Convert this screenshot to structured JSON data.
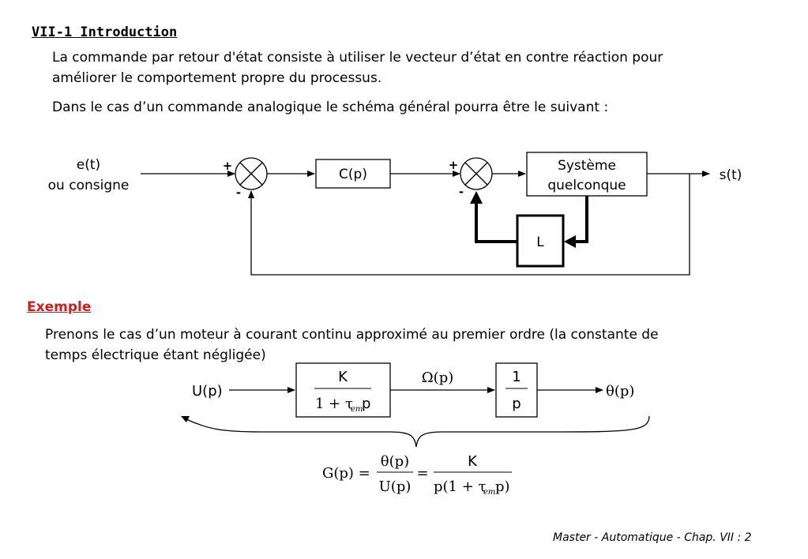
{
  "section": {
    "title": "VII-1 Introduction"
  },
  "intro": {
    "line1": "La commande par retour d'état consiste à utiliser le vecteur d’état en contre réaction pour",
    "line2": "améliorer le comportement propre du processus.",
    "line3": "Dans le cas d’un commande analogique le schéma général pourra être le suivant :"
  },
  "diagram1": {
    "input_label_1": "e(t)",
    "input_label_2": "ou consigne",
    "plus_1": "+",
    "minus_1": "-",
    "controller_label": "C(p)",
    "plus_2": "+",
    "minus_2": "-",
    "system_label_1": "Système",
    "system_label_2": "quelconque",
    "feedback_label": "L",
    "output_label": "s(t)"
  },
  "example": {
    "title": "Exemple",
    "line1": "Prenons le cas d’un moteur à courant continu approximé au premier ordre (la constante de",
    "line2": "temps électrique étant négligée)"
  },
  "diagram2": {
    "input_label": "U(p)",
    "block1_num": "K",
    "block1_den_a": "1 + τ",
    "block1_den_sub": "em",
    "block1_den_b": "p",
    "mid_label": "Ω(p)",
    "block2_num": "1",
    "block2_den": "p",
    "output_label": "θ(p)"
  },
  "formula": {
    "lhs": "G(p) =",
    "frac1_num": "θ(p)",
    "frac1_den": "U(p)",
    "equals": "=",
    "frac2_num": "K",
    "frac2_den_a": "p(1 + τ",
    "frac2_den_sub": "em",
    "frac2_den_b": "p)"
  },
  "footer": "Master - Automatique -  Chap. VII : 2"
}
